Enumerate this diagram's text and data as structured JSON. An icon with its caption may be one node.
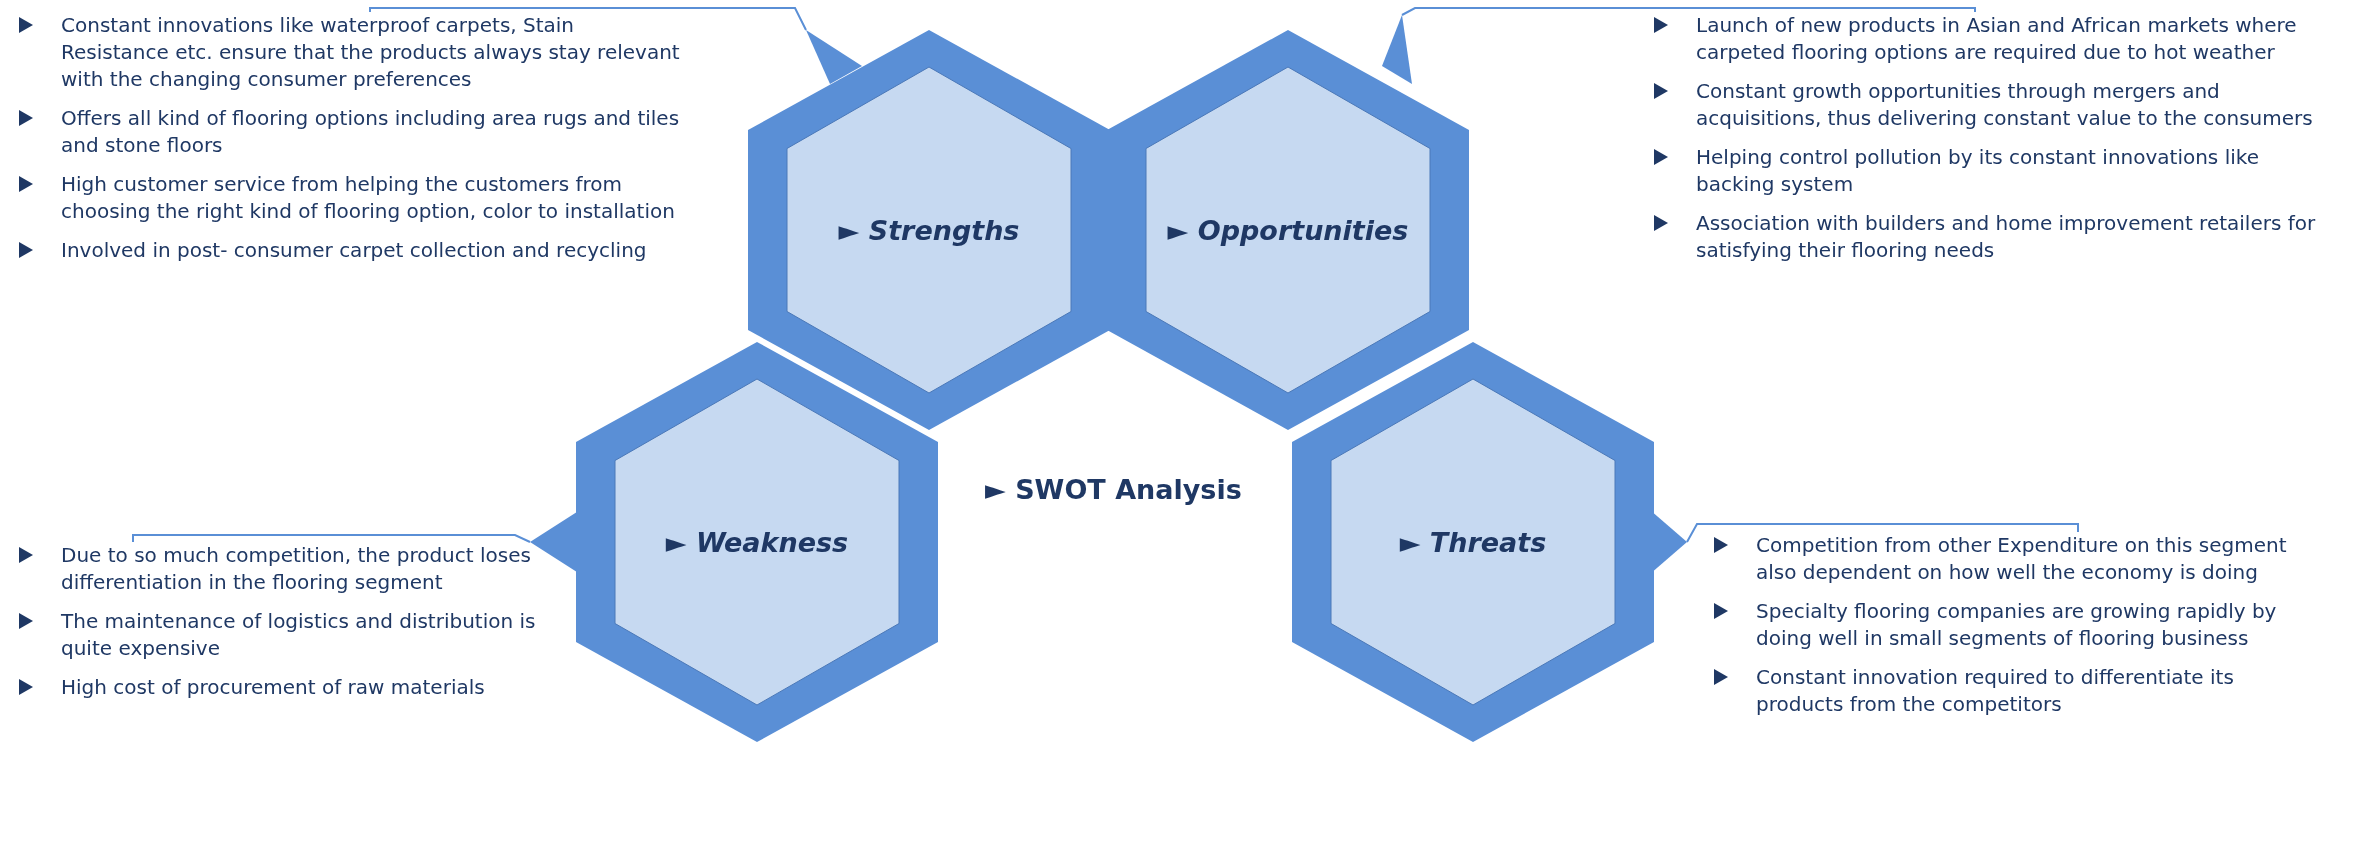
{
  "diagram": {
    "title": "► SWOT Analysis",
    "nodes": [
      {
        "text": [
          "► Strengths"
        ]
      },
      {
        "text": [
          "► Opportunities"
        ]
      },
      {
        "text": [
          "► Weakness"
        ]
      },
      {
        "text": [
          "► Threats"
        ]
      },
      {
        "text": [
          "Constant innovations like waterproof carpets, Stain Resistance etc. ensure that the products always stay relevant with the changing consumer preferences",
          "Offers all kind of flooring options including area rugs and tiles and stone floors",
          "High customer service from helping the customers from choosing the right kind of flooring option, color to installation",
          "Involved in post- consumer carpet collection and recycling"
        ]
      },
      {
        "text": [
          "Launch of new products in Asian and African markets where carpeted flooring options are required due to hot weather",
          "Constant growth opportunities through mergers and acquisitions, thus delivering constant value to the consumers",
          "Helping control pollution by its constant innovations like backing system",
          "Association with builders and home improvement retailers for satisfying their flooring needs"
        ]
      },
      {
        "text": [
          "Due to so much competition, the product loses differentiation in the flooring segment",
          "The maintenance of logistics and distribution is quite expensive",
          "High cost of procurement of raw materials"
        ]
      },
      {
        "text": [
          "Competition from other  Expenditure on this segment also dependent on how well the economy is doing",
          "Specialty flooring companies are growing rapidly by doing well in small segments of flooring business",
          "Constant innovation required to differentiate its products from the competitors"
        ]
      }
    ],
    "edges": [
      {
        "from": 4,
        "to": 0,
        "arrow": "none"
      },
      {
        "from": 5,
        "to": 1,
        "arrow": "none"
      },
      {
        "from": 6,
        "to": 2,
        "arrow": "none"
      },
      {
        "from": 7,
        "to": 3,
        "arrow": "none"
      }
    ]
  }
}
